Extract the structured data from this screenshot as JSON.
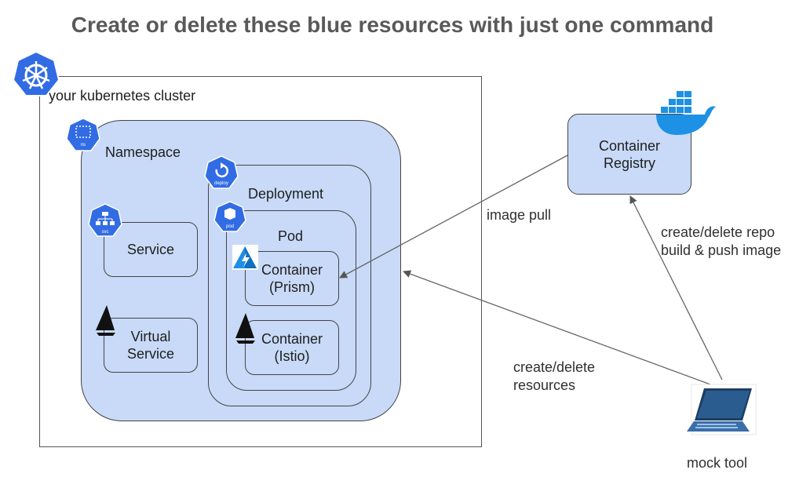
{
  "title": "Create or delete these blue resources with just one command",
  "cluster": {
    "label": "your kubernetes cluster"
  },
  "namespace": {
    "label": "Namespace",
    "icon_text": "ns"
  },
  "deployment": {
    "label": "Deployment",
    "icon_text": "deploy"
  },
  "pod": {
    "label": "Pod",
    "icon_text": "pod"
  },
  "service": {
    "label": "Service",
    "icon_text": "svc"
  },
  "virtual_service": {
    "line1": "Virtual",
    "line2": "Service"
  },
  "container_prism": {
    "line1": "Container",
    "line2": "(Prism)"
  },
  "container_istio": {
    "line1": "Container",
    "line2": "(Istio)"
  },
  "registry": {
    "line1": "Container",
    "line2": "Registry"
  },
  "edges": {
    "image_pull": "image pull",
    "repo_line1": "create/delete repo",
    "repo_line2": "build & push image",
    "resources_line1": "create/delete",
    "resources_line2": "resources"
  },
  "mock_tool": {
    "label": "mock tool"
  },
  "colors": {
    "blue_fill": "#c8daf7",
    "k8s_blue": "#326ce5",
    "docker_blue": "#1d91e6"
  },
  "icons": [
    "kubernetes-icon",
    "namespace-icon",
    "deploy-icon",
    "pod-icon",
    "service-icon",
    "istio-sail-icon",
    "prism-icon",
    "docker-icon",
    "laptop-icon"
  ]
}
